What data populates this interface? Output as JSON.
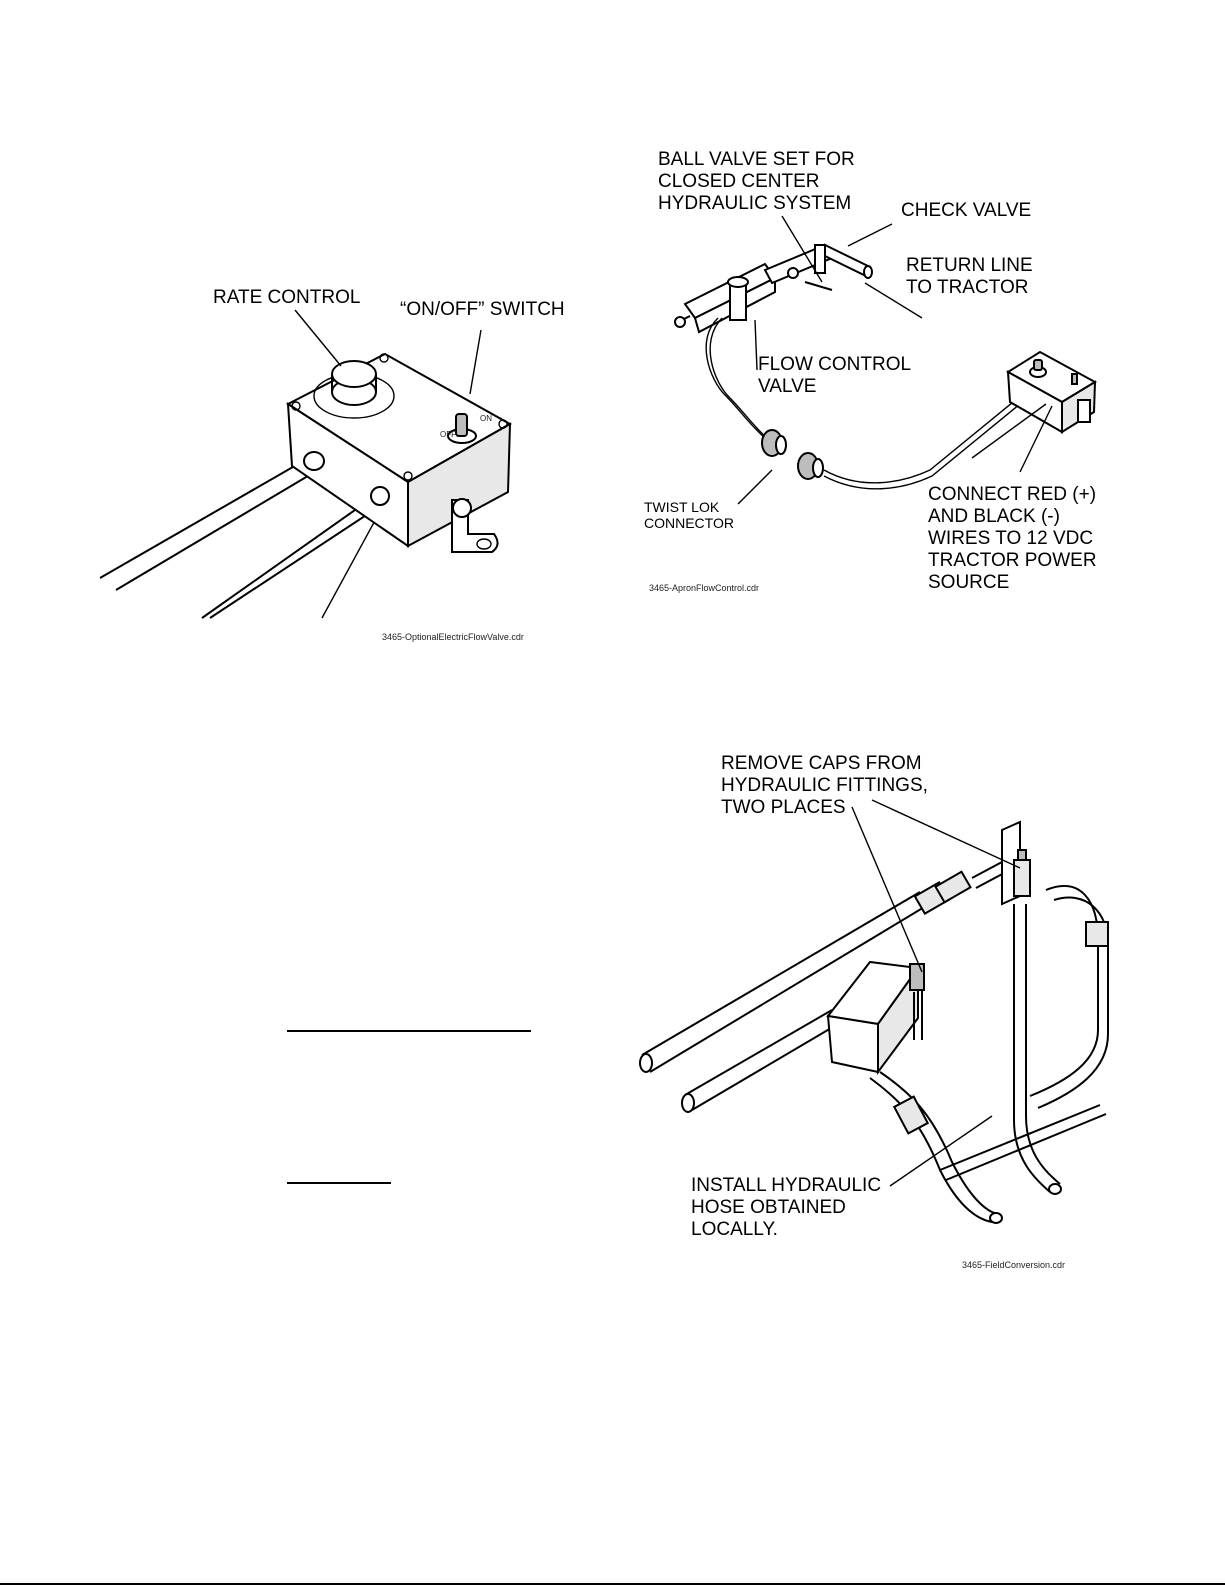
{
  "figure1": {
    "labels": {
      "rate_control": "RATE CONTROL",
      "switch": "“ON/OFF” SWITCH"
    },
    "switch_marks": {
      "on": "ON",
      "off": "OFF"
    },
    "filename": "3465-OptionalElectricFlowValve.cdr"
  },
  "figure2": {
    "labels": {
      "ball_valve": "BALL VALVE SET FOR\nCLOSED CENTER\nHYDRAULIC SYSTEM",
      "check_valve": "CHECK VALVE",
      "return_line": "RETURN LINE\nTO TRACTOR",
      "flow_control": "FLOW CONTROL\nVALVE",
      "twist_lok": "TWIST LOK\nCONNECTOR",
      "connect_wires": "CONNECT RED (+)\nAND BLACK (-)\nWIRES TO 12 VDC\nTRACTOR POWER\nSOURCE"
    },
    "filename": "3465-ApronFlowControl.cdr"
  },
  "figure3": {
    "labels": {
      "remove_caps": "REMOVE CAPS FROM\nHYDRAULIC FITTINGS,\nTWO PLACES",
      "install_hose": "INSTALL HYDRAULIC\nHOSE OBTAINED\nLOCALLY."
    },
    "filename": "3465-FieldConversion.cdr"
  },
  "colors": {
    "ink": "#000000",
    "paper": "#ffffff",
    "shade": "#bdbdbd"
  }
}
